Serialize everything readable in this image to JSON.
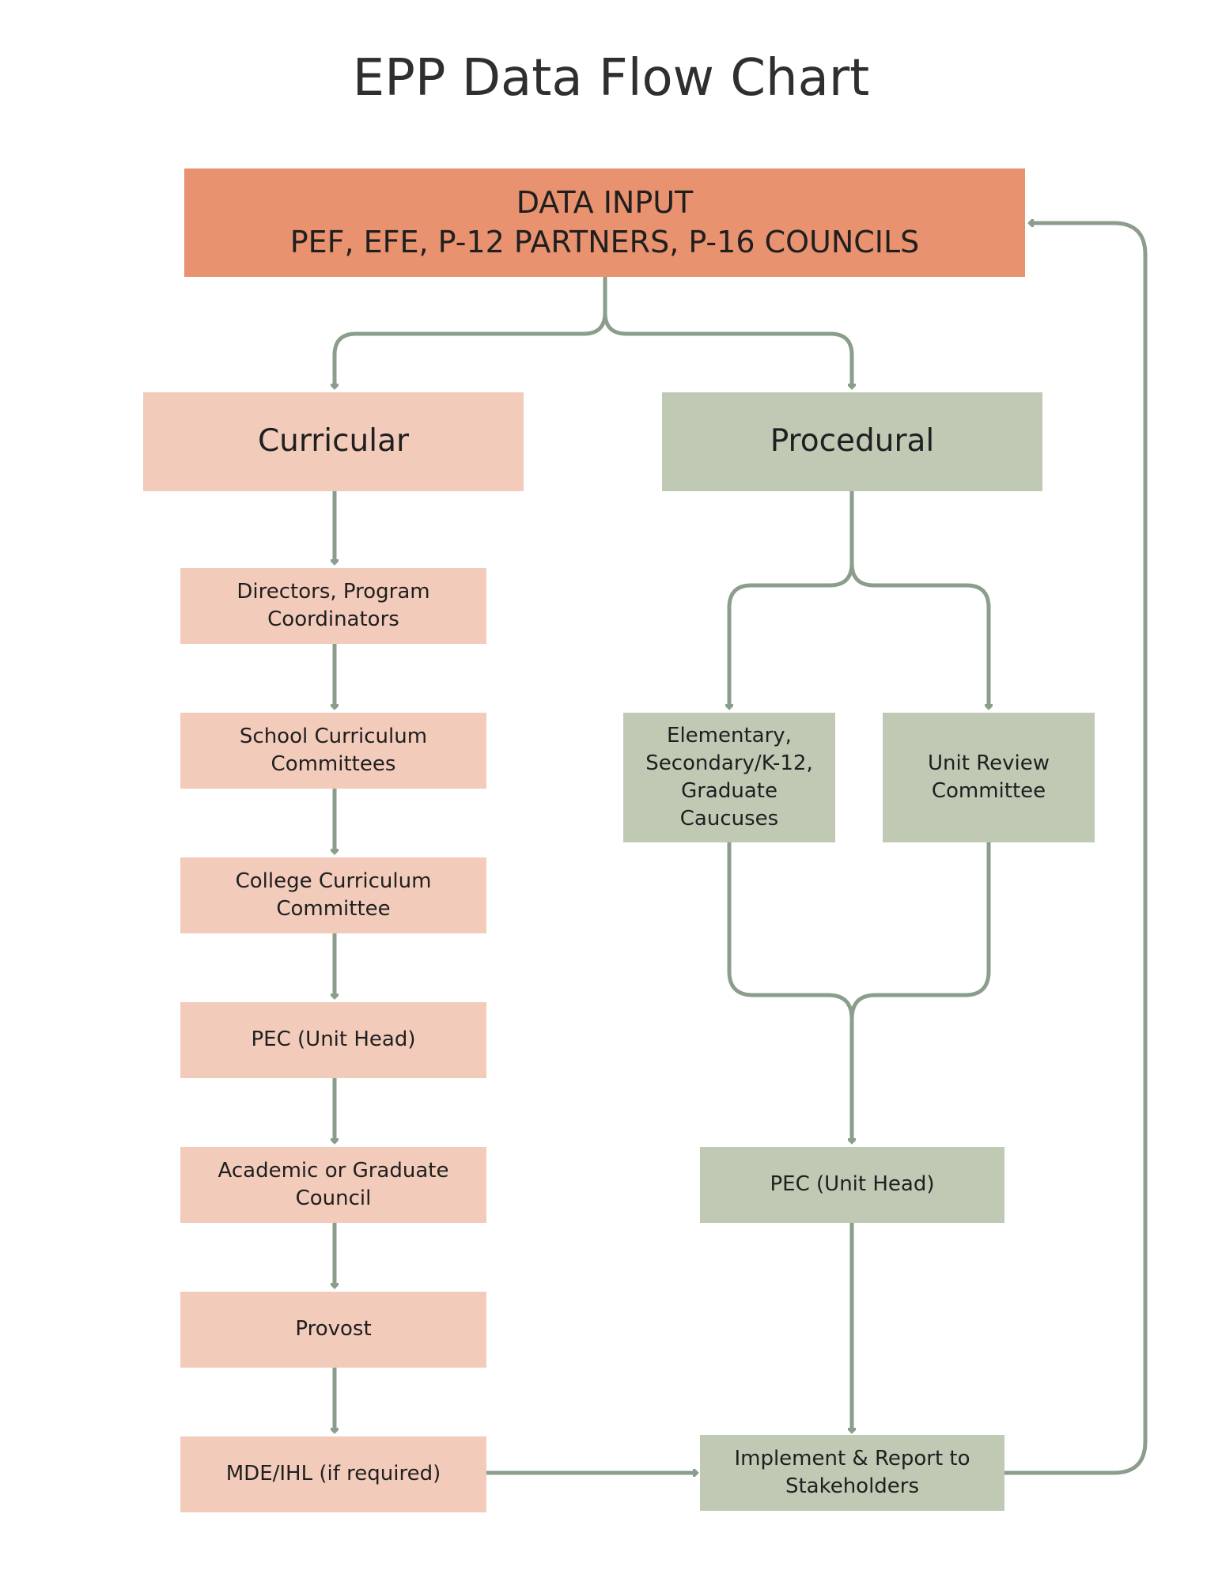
{
  "title": "EPP Data Flow Chart",
  "colors": {
    "input": "#e8926f",
    "curricular": "#f2cbbb",
    "procedural": "#bfc9b4",
    "connector": "#8a9e8b"
  },
  "input": {
    "line1": "DATA INPUT",
    "line2": "PEF, EFE, P-12 PARTNERS, P-16 COUNCILS"
  },
  "curricular": {
    "heading": "Curricular",
    "steps": [
      "Directors, Program\nCoordinators",
      "School Curriculum\nCommittees",
      "College Curriculum\nCommittee",
      "PEC (Unit Head)",
      "Academic or Graduate Council",
      "Provost",
      "MDE/IHL (if required)"
    ]
  },
  "procedural": {
    "heading": "Procedural",
    "caucuses": "Elementary,\nSecondary/K-12,\nGraduate Caucuses",
    "unit_review": "Unit Review\nCommittee",
    "pec": "PEC (Unit Head)",
    "implement": "Implement & Report to\nStakeholders"
  }
}
